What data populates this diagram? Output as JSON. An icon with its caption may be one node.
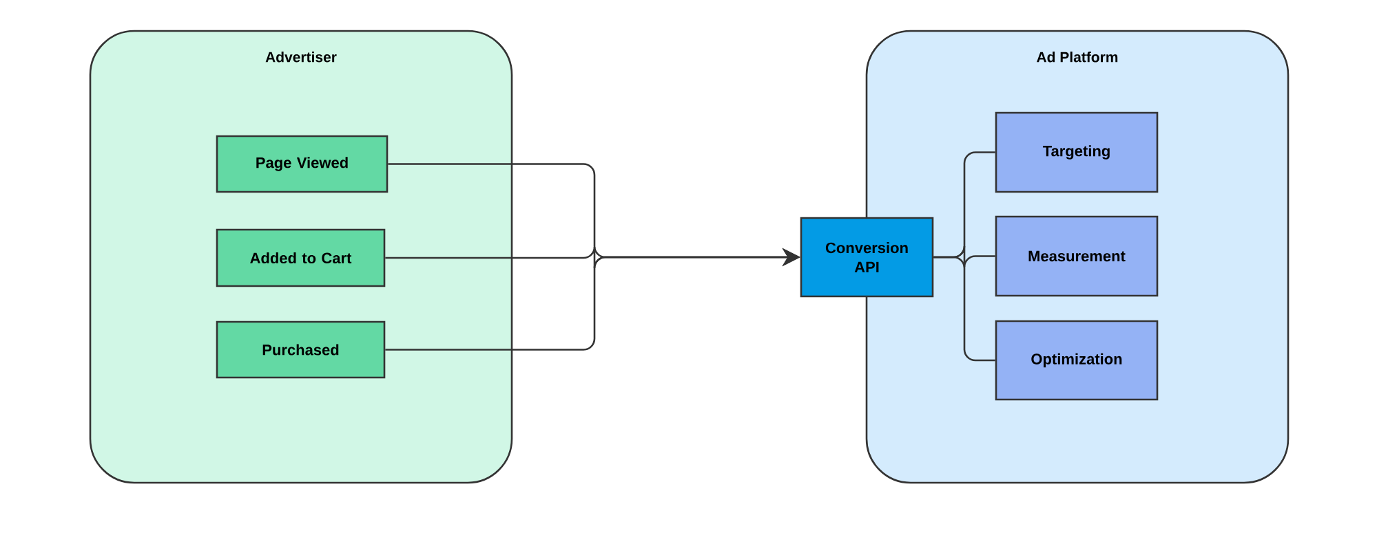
{
  "diagram": {
    "nodes": [
      {
        "text": [
          "Advertiser"
        ]
      },
      {
        "text": [
          "Page Viewed"
        ],
        "in": 0
      },
      {
        "text": [
          "Added to Cart"
        ],
        "in": 0
      },
      {
        "text": [
          "Purchased"
        ],
        "in": 0
      },
      {
        "text": [
          "Ad Platform"
        ]
      },
      {
        "text": [
          "Conversion API"
        ]
      },
      {
        "text": [
          "Targeting"
        ],
        "in": 4
      },
      {
        "text": [
          "Measurement"
        ],
        "in": 4
      },
      {
        "text": [
          "Optimization"
        ],
        "in": 4
      }
    ],
    "edges": [
      {
        "from": 1,
        "to": 5,
        "arrow": "to"
      },
      {
        "from": 2,
        "to": 5,
        "arrow": "to"
      },
      {
        "from": 3,
        "to": 5,
        "arrow": "to"
      },
      {
        "from": 5,
        "to": 6,
        "arrow": "none"
      },
      {
        "from": 5,
        "to": 7,
        "arrow": "none"
      },
      {
        "from": 5,
        "to": 8,
        "arrow": "none"
      }
    ]
  }
}
